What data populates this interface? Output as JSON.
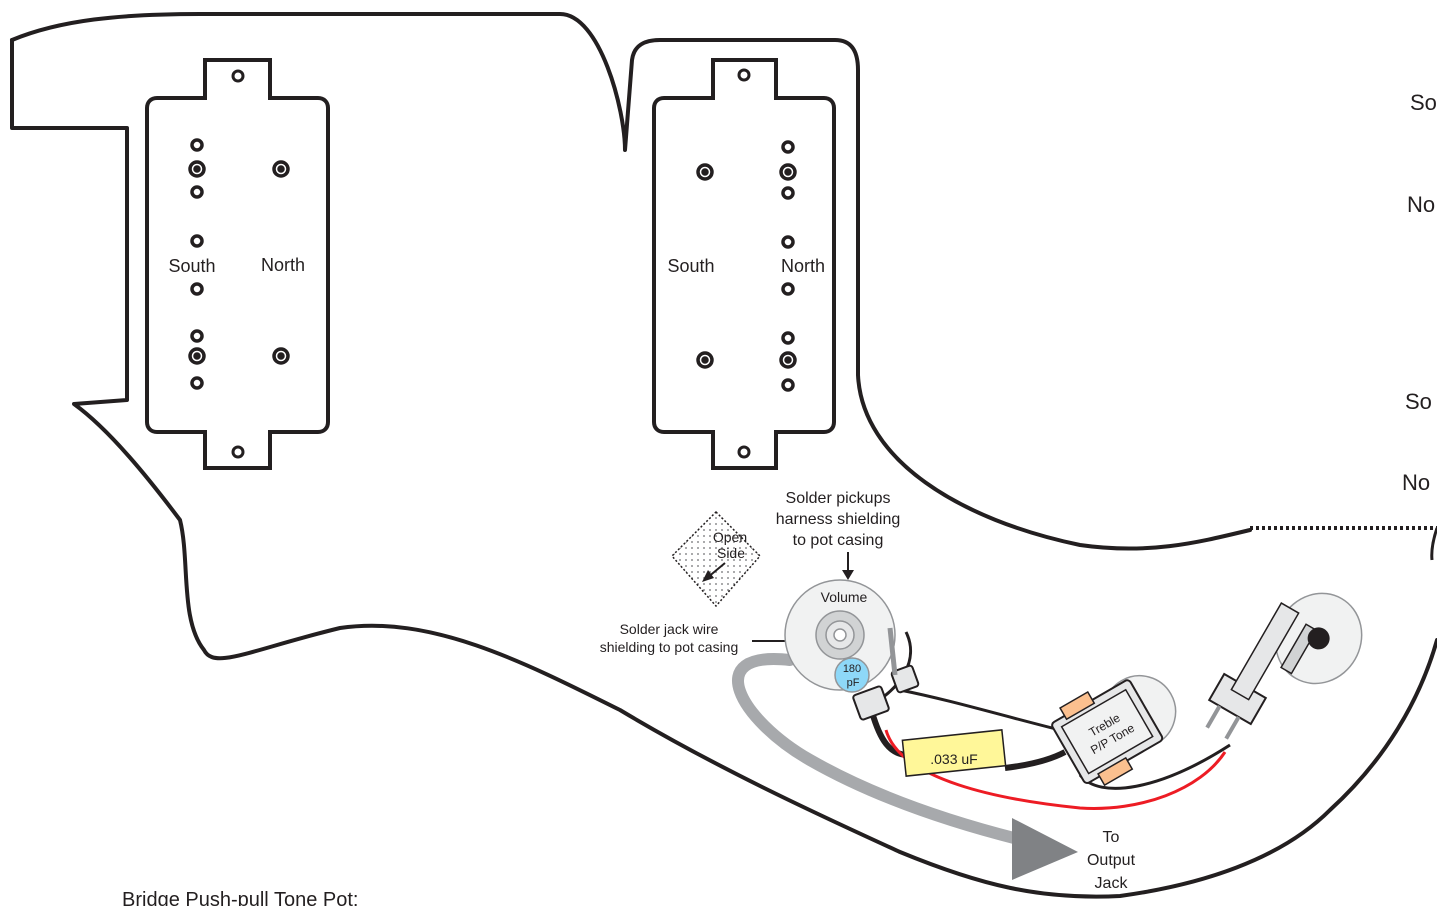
{
  "pickups": {
    "neck": {
      "south_label": "South",
      "north_label": "North"
    },
    "bridge": {
      "south_label": "South",
      "north_label": "North"
    }
  },
  "side_labels": [
    "So",
    "No",
    "So",
    "No"
  ],
  "open_side": {
    "line1": "Open",
    "line2": "Side"
  },
  "annotations": {
    "solder_pickups": [
      "Solder pickups",
      "harness shielding",
      "to pot casing"
    ],
    "solder_jack": [
      "Solder jack wire",
      "shielding to pot casing"
    ],
    "to_output": [
      "To",
      "Output",
      "Jack"
    ]
  },
  "components": {
    "volume_label": "Volume",
    "cap_small": [
      "180",
      "pF"
    ],
    "cap_large": ".033 uF",
    "tone_pot": [
      "Treble",
      "P/P Tone"
    ]
  },
  "footer": {
    "caption": "Bridge Push-pull Tone Pot:"
  },
  "colors": {
    "outline": "#231f20",
    "wire_hot": "#ed1c24",
    "shield_cable": "#a7a9ac",
    "cap_small": "#8ed8f8",
    "cap_large": "#fff799",
    "switch_tab": "#fbc08f"
  }
}
